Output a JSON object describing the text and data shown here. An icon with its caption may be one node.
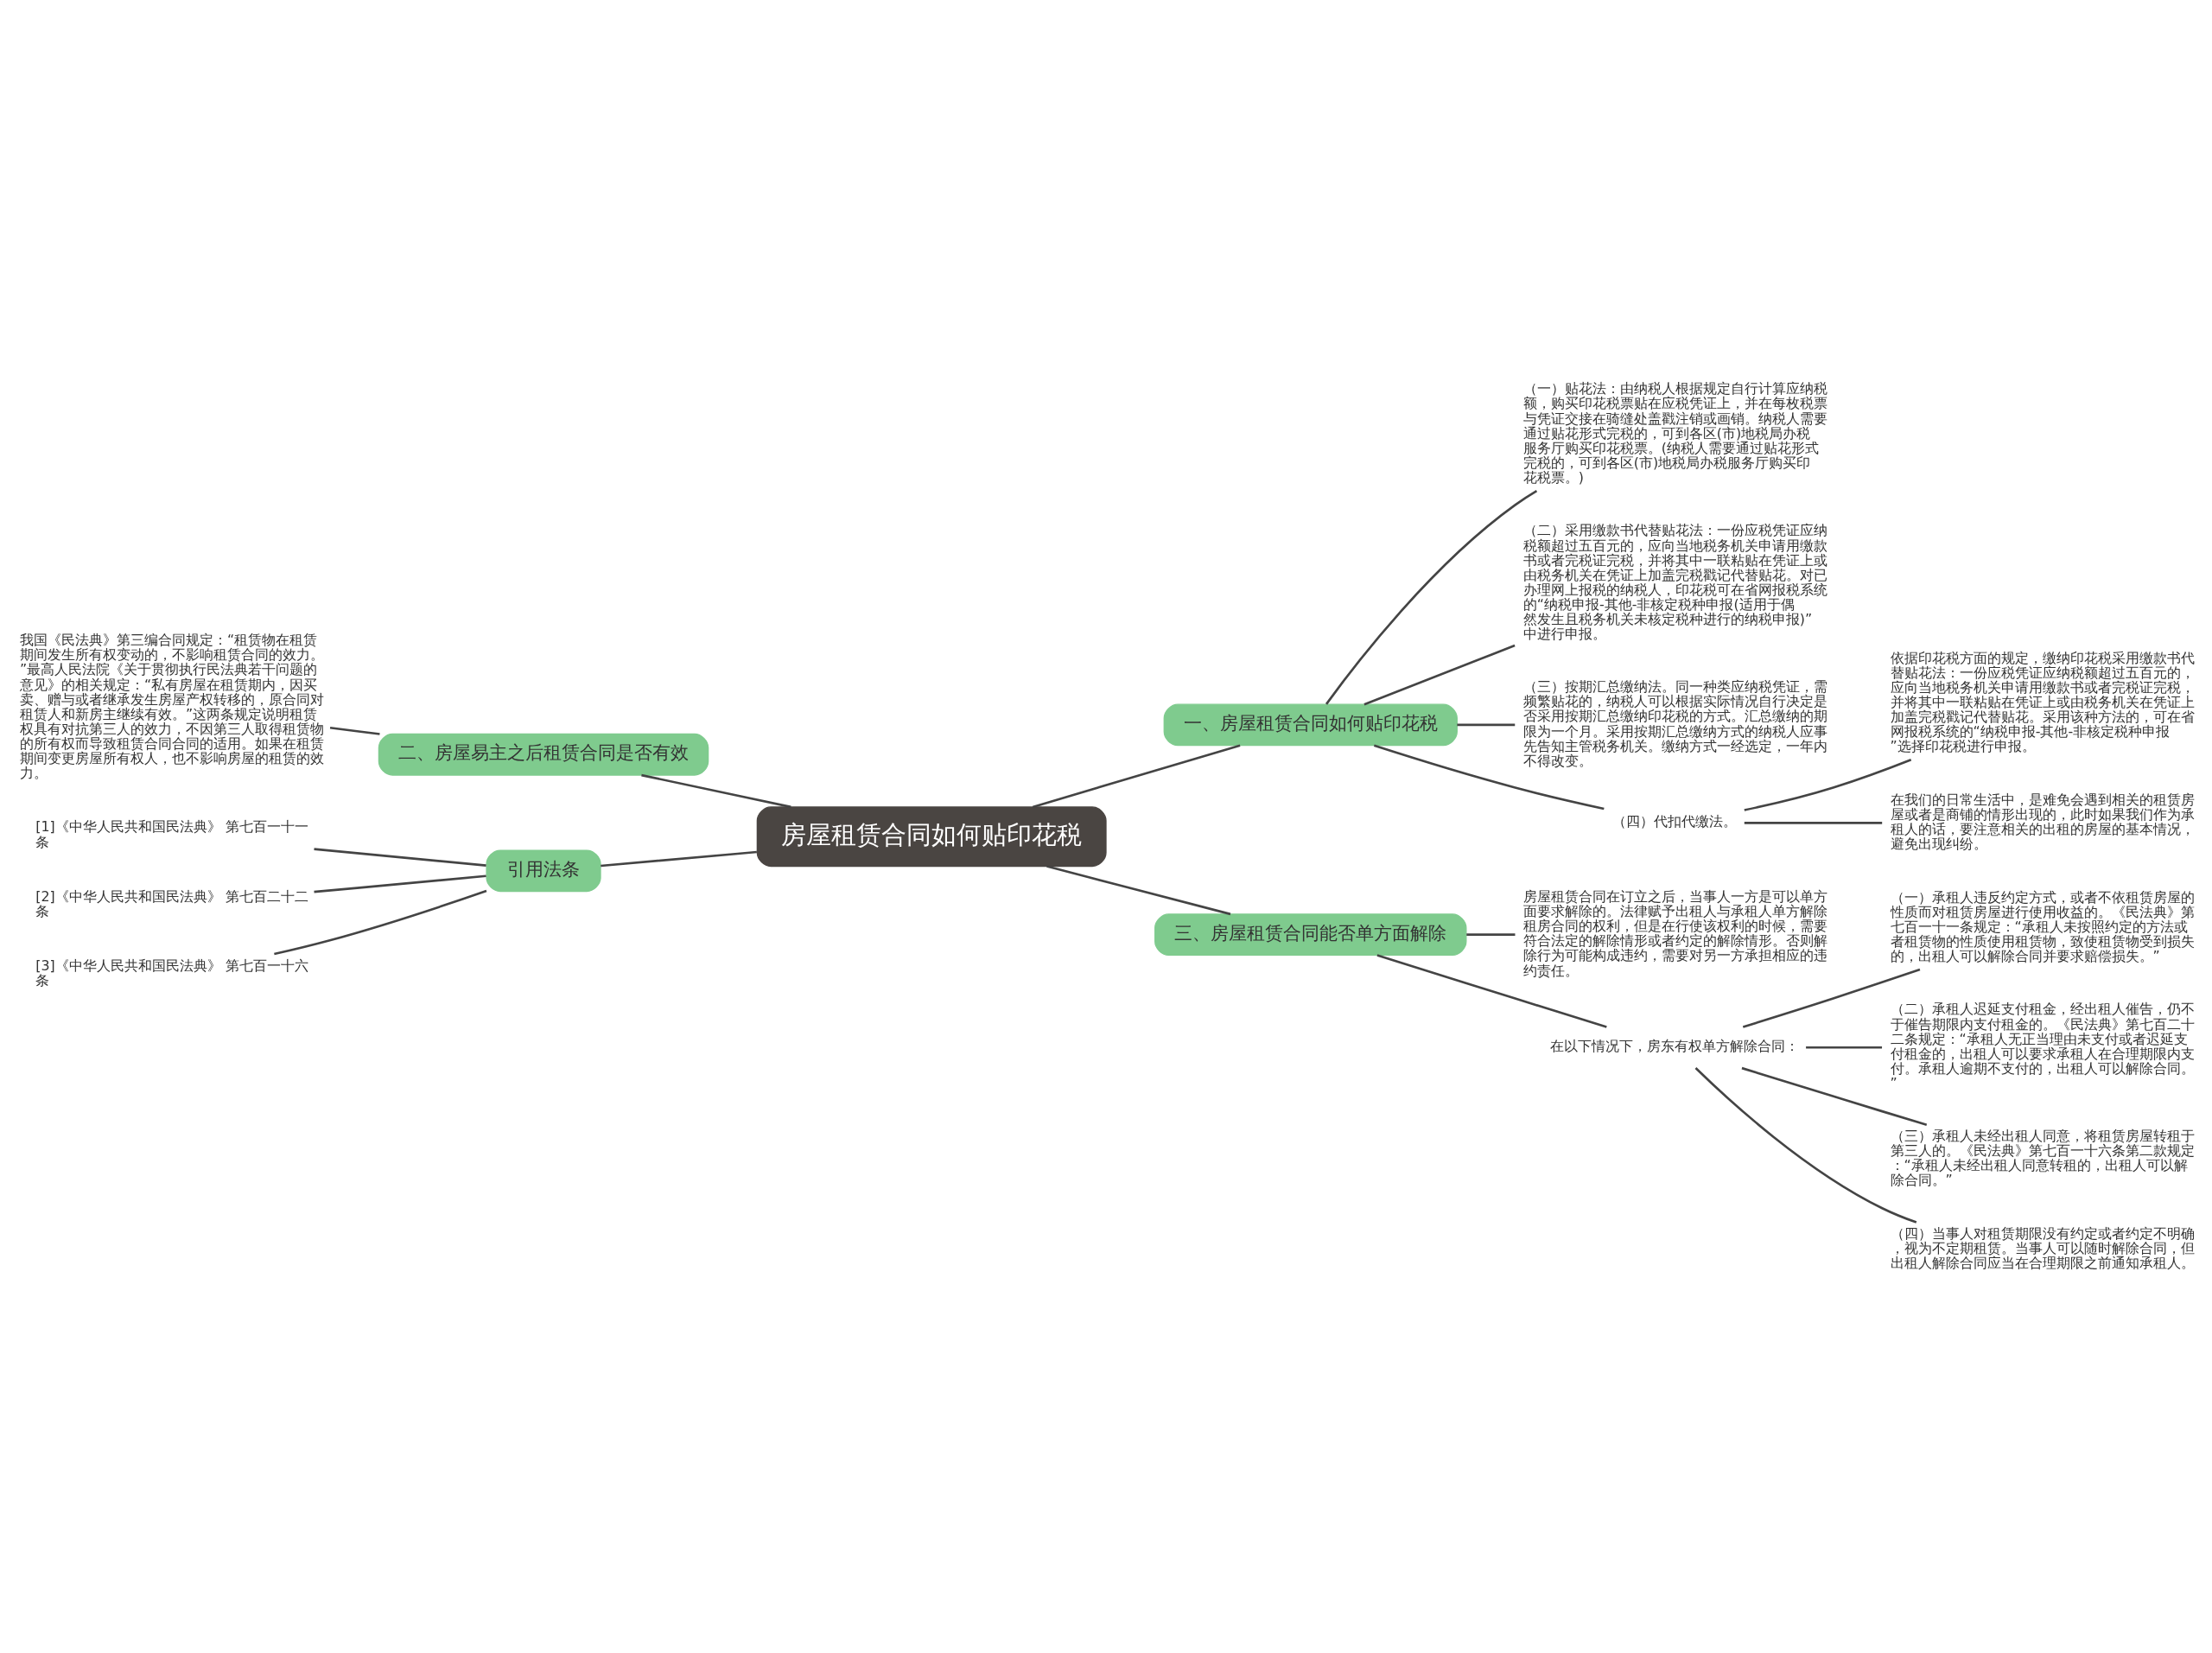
{
  "diagram": {
    "nodes": [
      {
        "text": [
          "房屋租赁合同如何贴印花税"
        ]
      },
      {
        "text": [
          "一、房屋租赁合同如何贴印花税"
        ]
      },
      {
        "text": [
          "（一）贴花法：由纳税人根据规定自行计算应纳税额，购买印花税票贴在应税凭证上，并在每枚税票与凭证交接在骑缝处盖戳注销或画销。纳税人需要通过贴花形式完税的，可到各区(市)地税局办税服务厅购买印花税票。(纳税人需要通过贴花形式完税的，可到各区(市)地税局办税服务厅购买印花税票。)"
        ]
      },
      {
        "text": [
          "（二）采用缴款书代替贴花法：一份应税凭证应纳税额超过五百元的，应向当地税务机关申请用缴款书或者完税证完税，并将其中一联粘贴在凭证上或由税务机关在凭证上加盖完税戳记代替贴花。对已办理网上报税的纳税人，印花税可在省网报税系统的“纳税申报-其他-非核定税种申报(适用于偶然发生且税务机关未核定税种进行的纳税申报)”中进行申报。"
        ]
      },
      {
        "text": [
          "（三）按期汇总缴纳法。同一种类应纳税凭证，需频繁贴花的，纳税人可以根据实际情况自行决定是否采用按期汇总缴纳印花税的方式。汇总缴纳的期限为一个月。采用按期汇总缴纳方式的纳税人应事先告知主管税务机关。缴纳方式一经选定，一年内不得改变。"
        ]
      },
      {
        "text": [
          "（四）代扣代缴法。"
        ]
      },
      {
        "text": [
          "依据印花税方面的规定，缴纳印花税采用缴款书代替贴花法：一份应税凭证应纳税额超过五百元的，应向当地税务机关申请用缴款书或者完税证完税，并将其中一联粘贴在凭证上或由税务机关在凭证上加盖完税戳记代替贴花。采用该种方法的，可在省网报税系统的“纳税申报-其他-非核定税种申报”选择印花税进行申报。"
        ]
      },
      {
        "text": [
          "在我们的日常生活中，是难免会遇到相关的租赁房屋或者是商铺的情形出现的，此时如果我们作为承租人的话，要注意相关的出租的房屋的基本情况，避免出现纠纷。"
        ]
      },
      {
        "text": [
          "二、房屋易主之后租赁合同是否有效"
        ]
      },
      {
        "text": [
          "我国《民法典》第三编合同规定：“租赁物在租赁期间发生所有权变动的，不影响租赁合同的效力。”最高人民法院《关于贯彻执行民法典若干问题的意见》的相关规定：“私有房屋在租赁期内，因买卖、赠与或者继承发生房屋产权转移的，原合同对租赁人和新房主继续有效。”这两条规定说明租赁权具有对抗第三人的效力，不因第三人取得租赁物的所有权而导致租赁合同合同的适用。如果在租赁期间变更房屋所有权人，也不影响房屋的租赁的效力。"
        ]
      },
      {
        "text": [
          "引用法条"
        ]
      },
      {
        "text": [
          "[1]《中华人民共和国民法典》 第七百一十一条"
        ]
      },
      {
        "text": [
          "[2]《中华人民共和国民法典》 第七百二十二条"
        ]
      },
      {
        "text": [
          "[3]《中华人民共和国民法典》 第七百一十六条"
        ]
      },
      {
        "text": [
          "三、房屋租赁合同能否单方面解除"
        ]
      },
      {
        "text": [
          "房屋租赁合同在订立之后，当事人一方是可以单方面要求解除的。法律赋予出租人与承租人单方解除租房合同的权利，但是在行使该权利的时候，需要符合法定的解除情形或者约定的解除情形。否则解除行为可能构成违约，需要对另一方承担相应的违约责任。"
        ]
      },
      {
        "text": [
          "在以下情况下，房东有权单方解除合同："
        ]
      },
      {
        "text": [
          "（一）承租人违反约定方式，或者不依租赁房屋的性质而对租赁房屋进行使用收益的。《民法典》第七百一十一条规定：“承租人未按照约定的方法或者租赁物的性质使用租赁物，致使租赁物受到损失的，出租人可以解除合同并要求赔偿损失。”"
        ]
      },
      {
        "text": [
          "（二）承租人迟延支付租金，经出租人催告，仍不于催告期限内支付租金的。《民法典》第七百二十二条规定：“承租人无正当理由未支付或者迟延支付租金的，出租人可以要求承租人在合理期限内支付。承租人逾期不支付的，出租人可以解除合同。”"
        ]
      },
      {
        "text": [
          "（三）承租人未经出租人同意，将租赁房屋转租于第三人的。《民法典》第七百一十六条第二款规定：“承租人未经出租人同意转租的，出租人可以解除合同。”"
        ]
      },
      {
        "text": [
          "（四）当事人对租赁期限没有约定或者约定不明确，视为不定期租赁。当事人可以随时解除合同，但出租人解除合同应当在合理期限之前通知承租人。"
        ]
      }
    ],
    "edges": [
      {
        "from": 0,
        "to": 1,
        "arrow": "none"
      },
      {
        "from": 1,
        "to": 2,
        "arrow": "none"
      },
      {
        "from": 1,
        "to": 3,
        "arrow": "none"
      },
      {
        "from": 1,
        "to": 4,
        "arrow": "none"
      },
      {
        "from": 1,
        "to": 5,
        "arrow": "none"
      },
      {
        "from": 5,
        "to": 6,
        "arrow": "none"
      },
      {
        "from": 5,
        "to": 7,
        "arrow": "none"
      },
      {
        "from": 0,
        "to": 8,
        "arrow": "none"
      },
      {
        "from": 8,
        "to": 9,
        "arrow": "none"
      },
      {
        "from": 0,
        "to": 10,
        "arrow": "none"
      },
      {
        "from": 10,
        "to": 11,
        "arrow": "none"
      },
      {
        "from": 10,
        "to": 12,
        "arrow": "none"
      },
      {
        "from": 10,
        "to": 13,
        "arrow": "none"
      },
      {
        "from": 0,
        "to": 14,
        "arrow": "none"
      },
      {
        "from": 14,
        "to": 15,
        "arrow": "none"
      },
      {
        "from": 14,
        "to": 16,
        "arrow": "none"
      },
      {
        "from": 16,
        "to": 17,
        "arrow": "none"
      },
      {
        "from": 16,
        "to": 18,
        "arrow": "none"
      },
      {
        "from": 16,
        "to": 19,
        "arrow": "none"
      },
      {
        "from": 16,
        "to": 20,
        "arrow": "none"
      }
    ]
  }
}
